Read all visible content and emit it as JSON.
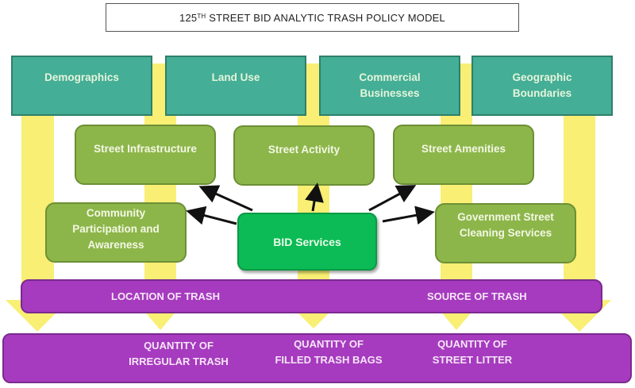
{
  "title": {
    "prefix": "125",
    "superscript": "TH",
    "rest": " STREET BID ANALYTIC TRASH POLICY MODEL"
  },
  "factors": [
    {
      "label": "Demographics"
    },
    {
      "label": "Land Use"
    },
    {
      "label": "Commercial Businesses"
    },
    {
      "label": "Geographic Boundaries"
    }
  ],
  "street_nodes": {
    "infrastructure": "Street Infrastructure",
    "activity": "Street Activity",
    "amenities": "Street Amenities",
    "community": "Community Participation and Awareness",
    "government": "Government Street Cleaning Services"
  },
  "center": {
    "label": "BID Services"
  },
  "trash_bar": {
    "location": "LOCATION OF TRASH",
    "source": "SOURCE OF TRASH"
  },
  "outcomes": [
    {
      "line1": "QUANTITY OF",
      "line2": "IRREGULAR TRASH"
    },
    {
      "line1": "QUANTITY OF",
      "line2": "FILLED TRASH BAGS"
    },
    {
      "line1": "QUANTITY OF",
      "line2": "STREET LITTER"
    }
  ],
  "colors": {
    "factor_fill": "#44ae96",
    "street_fill": "#8db64a",
    "bid_fill": "#0cbb55",
    "bar_fill": "#a63bbf",
    "flow_yellow": "#f8ef74"
  }
}
